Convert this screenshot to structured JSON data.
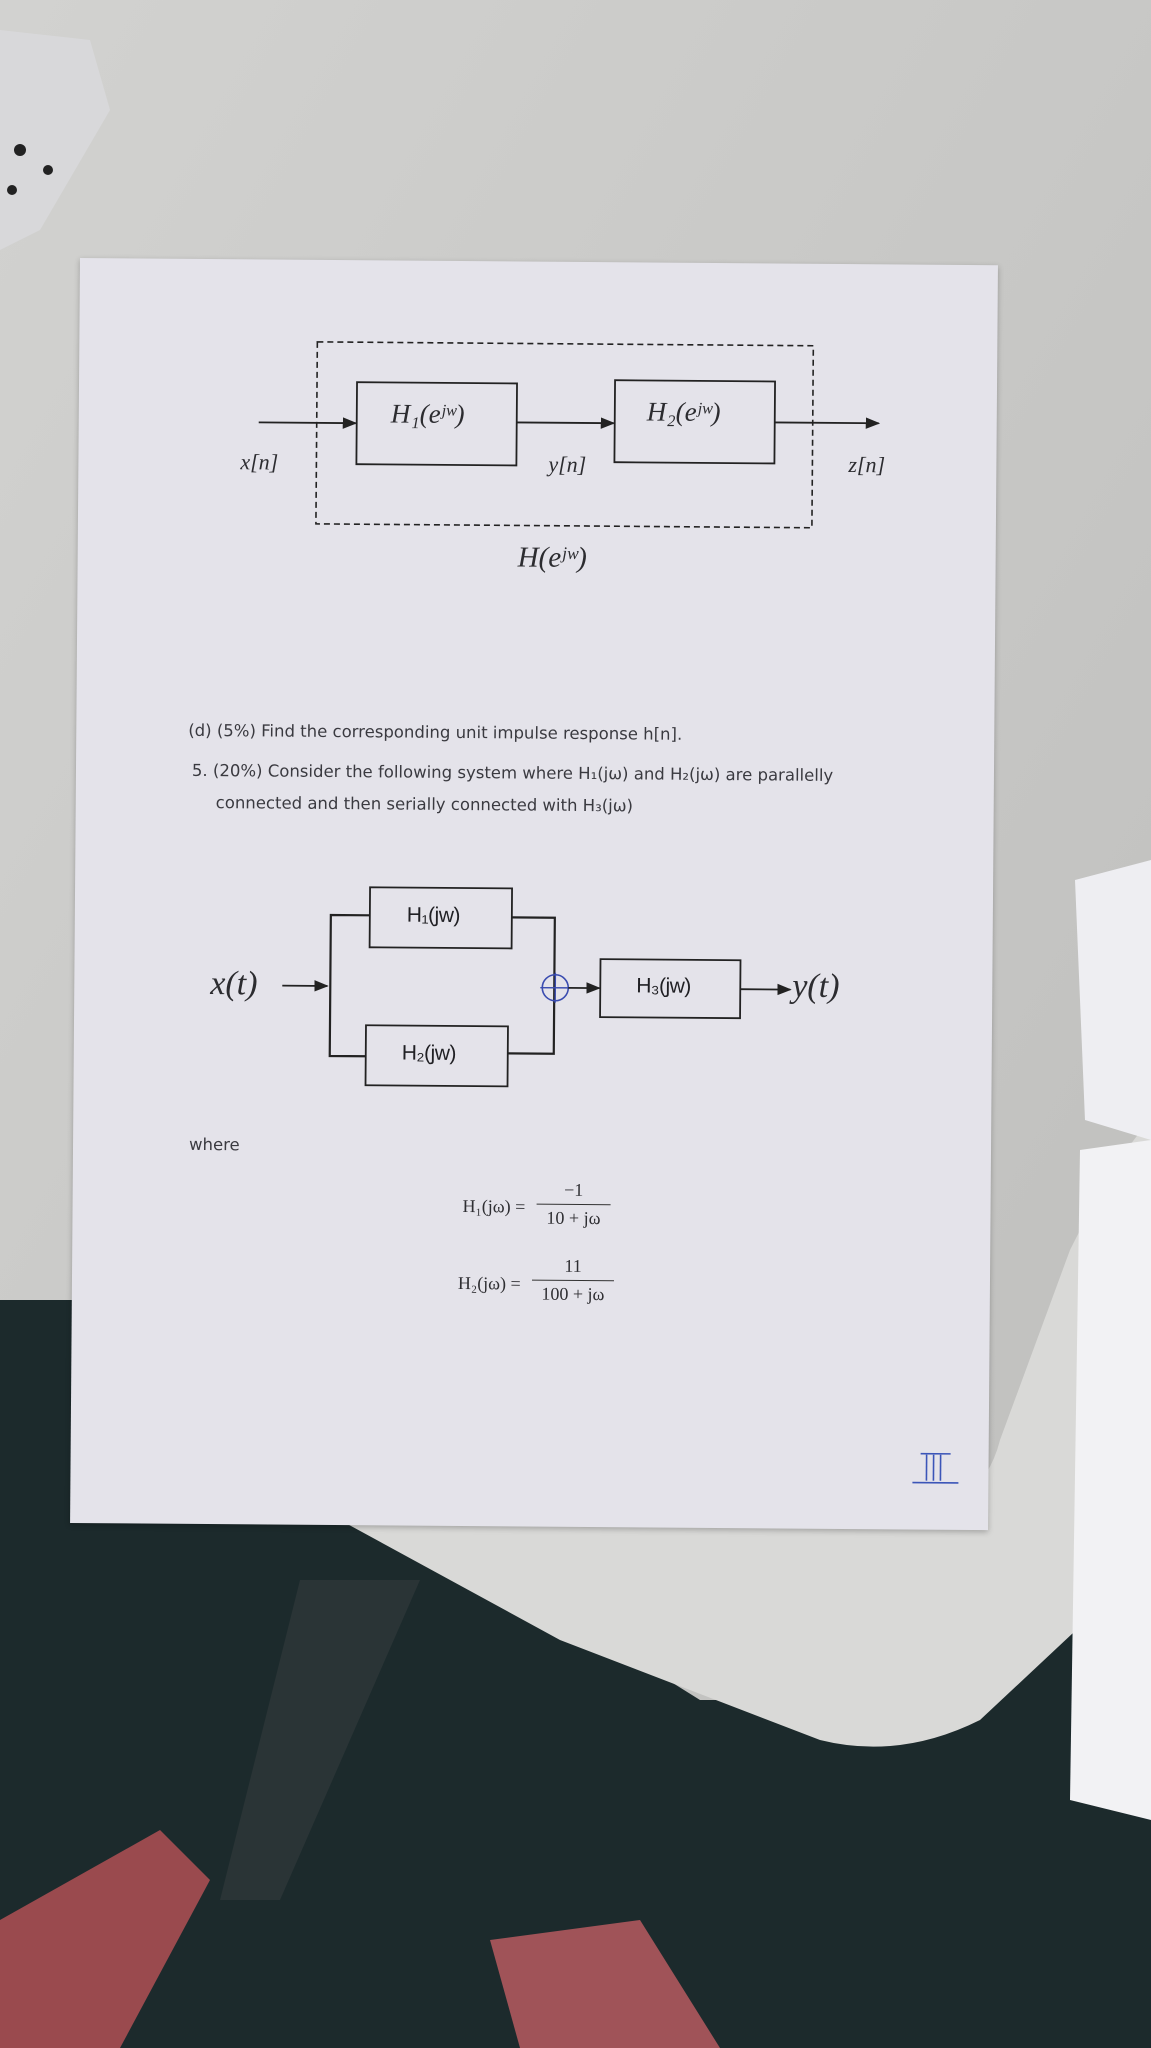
{
  "diagram1": {
    "block1": "H₁(eʲʷ)",
    "block2": "H₂(eʲʷ)",
    "input": "x[n]",
    "middle": "y[n]",
    "output": "z[n]",
    "overall": "H(eʲʷ)"
  },
  "text": {
    "part_d": "(d) (5%) Find the corresponding unit impulse response h[n].",
    "q5_line1": "5.  (20%) Consider the following system where H₁(jω) and H₂(jω) are parallelly",
    "q5_line2": "connected and then serially connected with H₃(jω)",
    "where": "where"
  },
  "diagram2": {
    "block1": "H₁(jw)",
    "block2": "H₂(jw)",
    "block3": "H₃(jw)",
    "input": "x(t)",
    "output": "y(t)"
  },
  "equations": {
    "h1_lhs": "H₁(jω) =",
    "h1_num": "−1",
    "h1_den": "10 + jω",
    "h2_lhs": "H₂(jω) =",
    "h2_num": "11",
    "h2_den": "100 + jω"
  },
  "handwritten_mark": "III"
}
